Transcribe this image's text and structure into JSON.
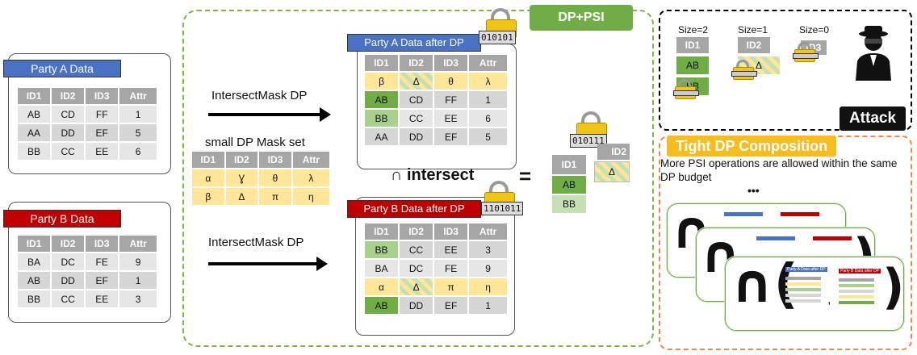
{
  "party_a": {
    "title": "Party A Data",
    "headers": [
      "ID1",
      "ID2",
      "ID3",
      "Attr"
    ],
    "rows": [
      [
        "AB",
        "CD",
        "FF",
        "1"
      ],
      [
        "AA",
        "DD",
        "EF",
        "5"
      ],
      [
        "BB",
        "CC",
        "EE",
        "6"
      ]
    ]
  },
  "party_b": {
    "title": "Party B Data",
    "headers": [
      "ID1",
      "ID2",
      "ID3",
      "Attr"
    ],
    "rows": [
      [
        "BA",
        "DC",
        "FE",
        "9"
      ],
      [
        "AB",
        "DD",
        "EF",
        "1"
      ],
      [
        "BB",
        "CC",
        "EE",
        "3"
      ]
    ]
  },
  "middle": {
    "intersect_mask_top": "IntersectMask DP",
    "intersect_mask_bottom": "IntersectMask DP",
    "mask_set_title": "small DP Mask set",
    "mask_headers": [
      "ID1",
      "ID2",
      "ID3",
      "Attr"
    ],
    "mask_rows": [
      [
        "α",
        "Ɣ",
        "θ",
        "λ"
      ],
      [
        "β",
        "Δ",
        "π",
        "η"
      ]
    ],
    "intersect_label": "∩ intersect",
    "equals": "="
  },
  "dp_psi": {
    "badge": "DP+PSI",
    "party_a_after": {
      "title": "Party A Data after DP",
      "binary": "010101",
      "headers": [
        "ID1",
        "ID2",
        "ID3",
        "Attr"
      ],
      "rows": [
        [
          "β",
          "Δ",
          "θ",
          "λ"
        ],
        [
          "AB",
          "CD",
          "FF",
          "1"
        ],
        [
          "BB",
          "CC",
          "EE",
          "6"
        ],
        [
          "AA",
          "DD",
          "EF",
          "5"
        ]
      ]
    },
    "party_b_after": {
      "title": "Party B Data after DP",
      "binary": "1101011",
      "headers": [
        "ID1",
        "ID2",
        "ID3",
        "Attr"
      ],
      "rows": [
        [
          "BB",
          "CC",
          "EE",
          "3"
        ],
        [
          "BA",
          "DC",
          "FE",
          "9"
        ],
        [
          "α",
          "Δ",
          "π",
          "η"
        ],
        [
          "AB",
          "DD",
          "EF",
          "1"
        ]
      ]
    },
    "result": {
      "binary": "010111",
      "id1_header": "ID1",
      "id1_values": [
        "AB",
        "BB"
      ],
      "id2_header": "ID2",
      "id2_value": "Δ"
    }
  },
  "attack": {
    "label": "Attack",
    "sizes": [
      {
        "size": "Size=2",
        "header": "ID1",
        "values": [
          "AB",
          "BB"
        ]
      },
      {
        "size": "Size=1",
        "header": "ID2",
        "values": [
          "Δ"
        ]
      },
      {
        "size": "Size=0",
        "header": "ID3",
        "values": []
      }
    ]
  },
  "composition": {
    "title": "Tight DP Composition",
    "description": "More PSI operations are allowed within the same DP budget",
    "ellipsis": "•••",
    "card_captions": [
      "Party A Data after DP",
      "Party B Data after DP"
    ],
    "comma": ","
  },
  "colors": {
    "party_a_tag": "#4a72c4",
    "party_b_tag": "#c00000",
    "dp_psi_badge": "#70ad47",
    "composition_badge": "#f5bd1f",
    "dashed_green": "#78b845",
    "dashed_orange": "#e88a4e"
  }
}
